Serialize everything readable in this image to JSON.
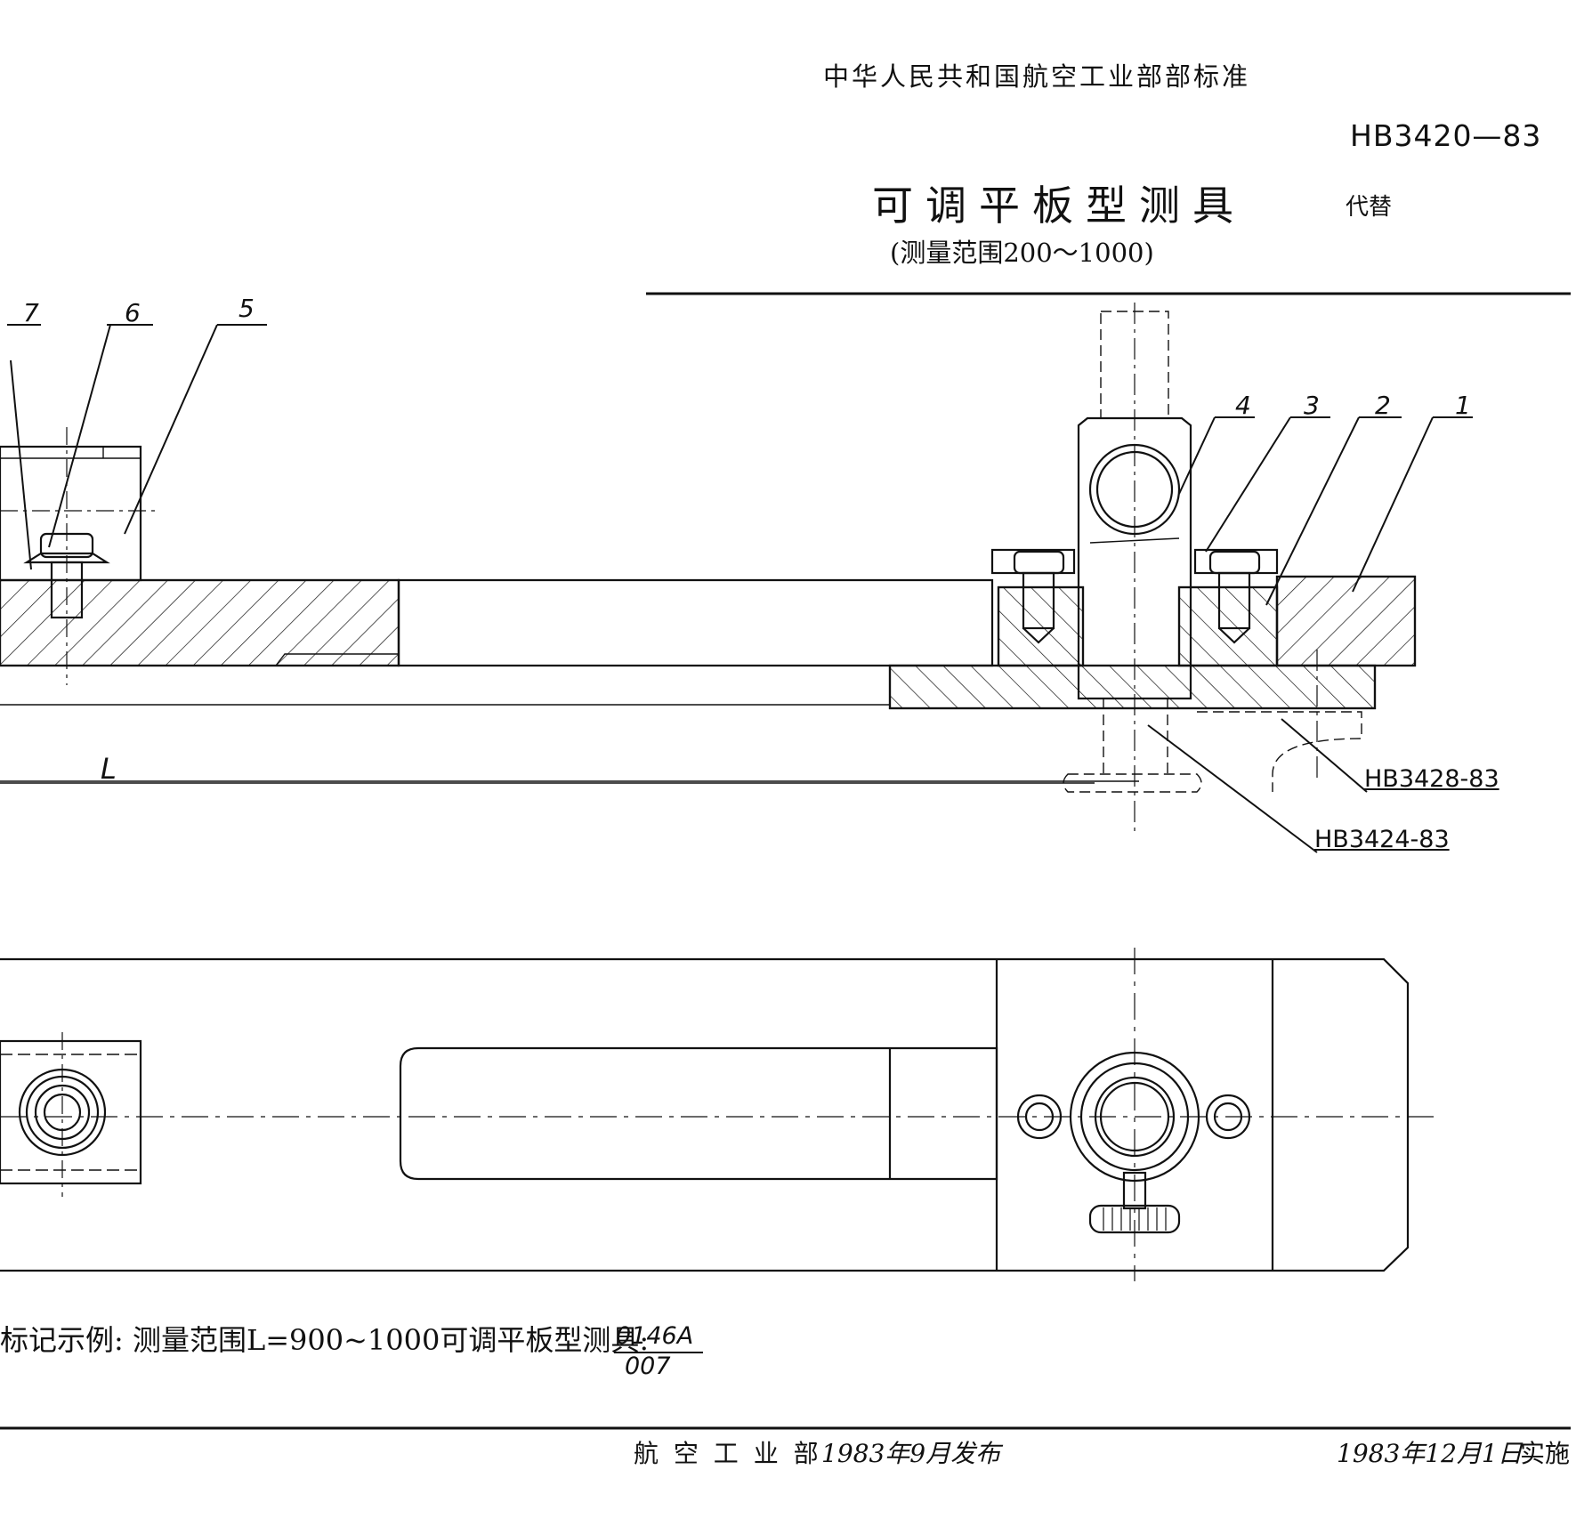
{
  "header": {
    "authority": "中华人民共和国航空工业部部标准",
    "standard_number": "HB3420—83",
    "title": "可调平板型测具",
    "subtitle": "(测量范围200～1000)",
    "replaces_label": "代替"
  },
  "drawing": {
    "callouts": [
      "7",
      "6",
      "5",
      "4",
      "3",
      "2",
      "1"
    ],
    "references": [
      "HB3428-83",
      "HB3424-83"
    ],
    "dimension_label": "L"
  },
  "example": {
    "text": "标记示例: 测量范围L=900~1000可调平板型测具:",
    "code_numerator": "0146A",
    "code_denominator": "007"
  },
  "footer": {
    "publisher": "航 空 工 业 部",
    "release_date": "1983年9月发布",
    "effective_date": "1983年12月1日",
    "effective_label": "实施"
  },
  "colors": {
    "ink": "#111111",
    "paper": "#ffffff"
  }
}
